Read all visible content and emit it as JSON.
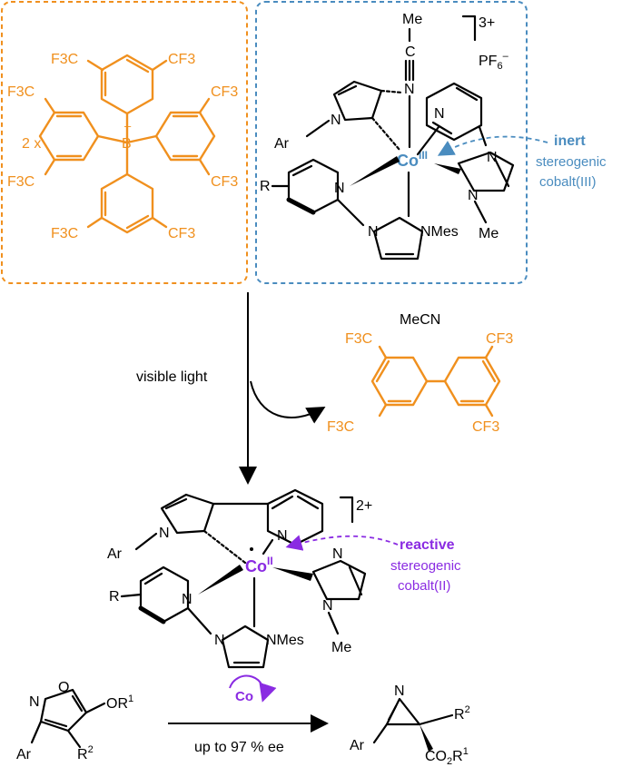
{
  "colors": {
    "orange": "#f0901e",
    "blue": "#4a8cbf",
    "purple": "#8a2be2",
    "black": "#000000"
  },
  "borate": {
    "multiplier": "2 x",
    "boron": "B",
    "boron_charge": "–",
    "group": "F3C",
    "group_r": "CF3",
    "sub3": "3"
  },
  "co3_complex": {
    "axial_ligand": "Me",
    "n_label": "N",
    "c_label": "C",
    "metal": "Co",
    "oxidation": "III",
    "charge": "3+",
    "counterion": "PF6",
    "counterion_sub": "6",
    "counterion_sup": "–",
    "ar": "Ar",
    "r": "R",
    "mes": "NMes",
    "me": "Me",
    "annotation_bold": "inert",
    "annotation_l2": "stereogenic",
    "annotation_l3": "cobalt(III)"
  },
  "step1": {
    "condition": "visible light",
    "byproduct_top": "MeCN"
  },
  "co2_complex": {
    "metal": "Co",
    "oxidation": "II",
    "charge": "2+",
    "ar": "Ar",
    "r": "R",
    "mes": "NMes",
    "me": "Me",
    "annotation_bold": "reactive",
    "annotation_l2": "stereogenic",
    "annotation_l3": "cobalt(II)"
  },
  "reaction": {
    "reactant_or": "OR",
    "reactant_or_sup": "1",
    "reactant_r2": "R",
    "reactant_r2_sup": "2",
    "reactant_ar": "Ar",
    "reactant_n": "N",
    "reactant_o": "O",
    "catalyst": "Co",
    "condition": "up to 97 % ee",
    "product_n": "N",
    "product_ar": "Ar",
    "product_r2": "R",
    "product_r2_sup": "2",
    "product_co2": "CO",
    "product_co2_sub": "2",
    "product_r1": "R",
    "product_r1_sup": "1"
  }
}
